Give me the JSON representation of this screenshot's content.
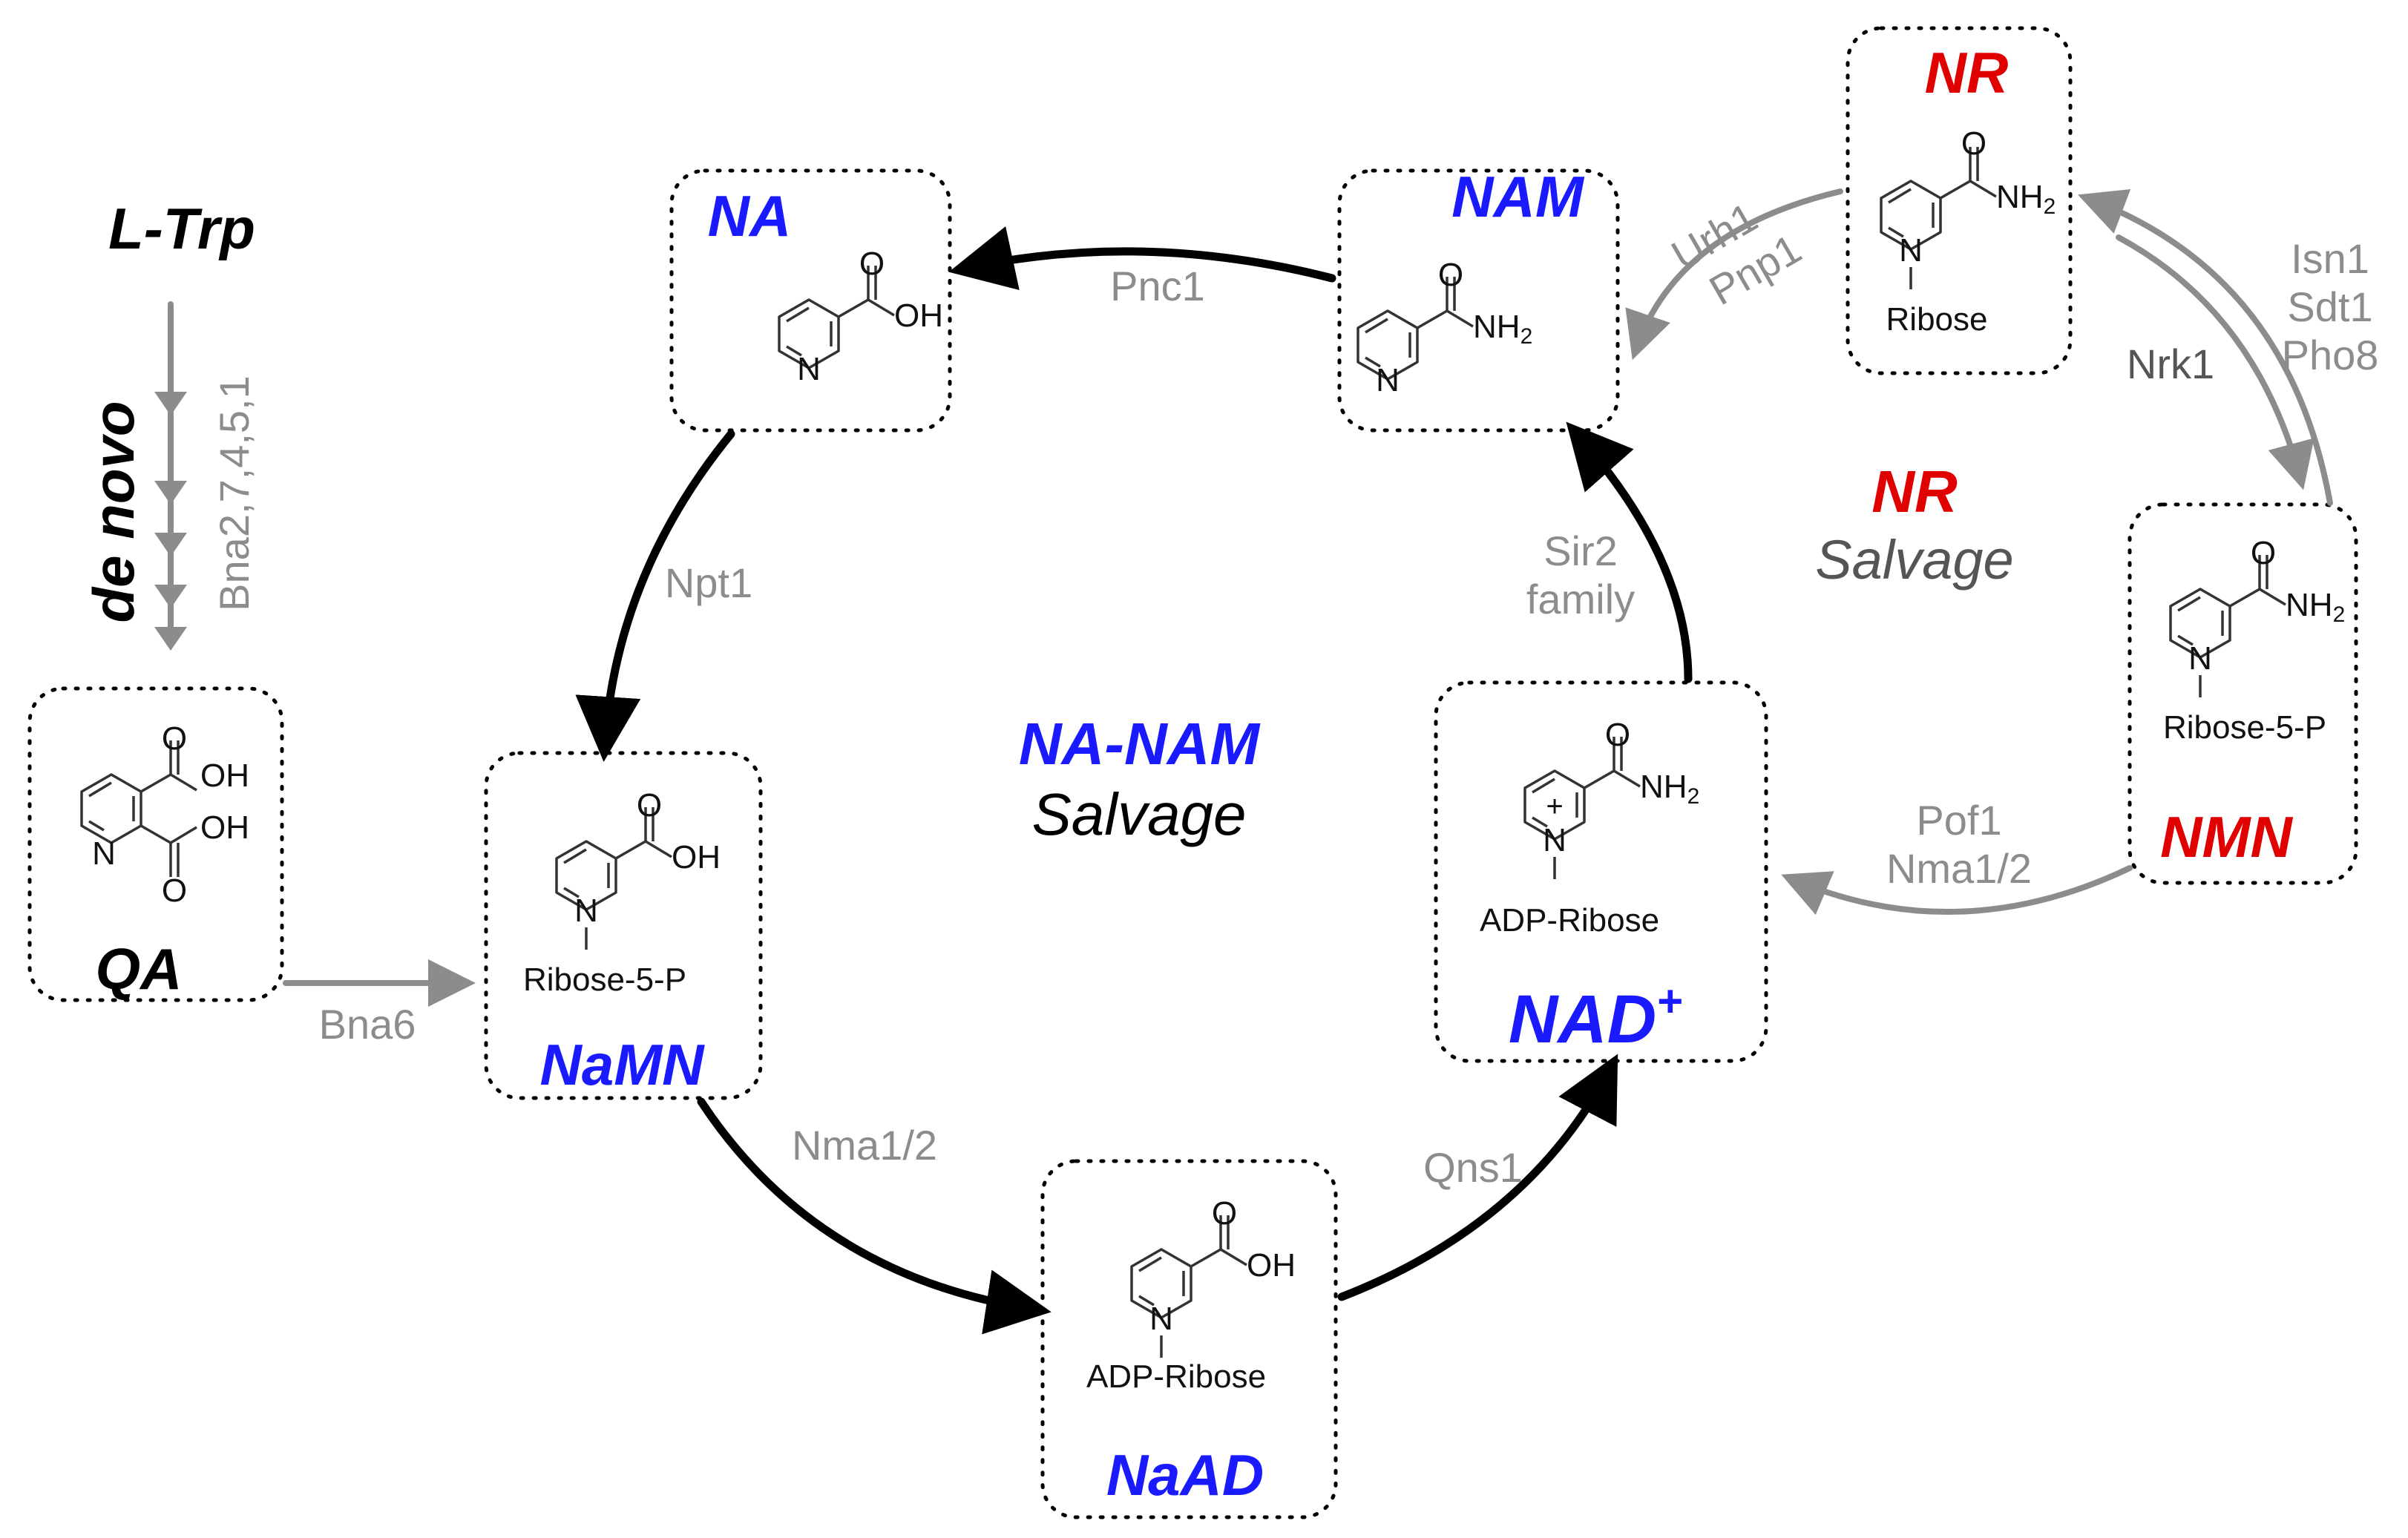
{
  "colors": {
    "blue": "#1a1aff",
    "red": "#e00000",
    "gray": "#8c8c8c",
    "black": "#000000"
  },
  "titles": {
    "l_trp": "L-Trp",
    "de_novo": "de novo",
    "na": "NA",
    "nam": "NAM",
    "nr": "NR",
    "qa": "QA",
    "namn": "NaMN",
    "naad": "NaAD",
    "nad": "NAD",
    "nad_sup": "+",
    "nmn": "NMN"
  },
  "center": {
    "na_nam_salvage_line1": "NA-NAM",
    "na_nam_salvage_line2": "Salvage",
    "nr_salvage_line1": "NR",
    "nr_salvage_line2": "Salvage"
  },
  "enzymes": {
    "bna_de_novo": "Bna2,7,4,5,1",
    "pnc1": "Pnc1",
    "npt1": "Npt1",
    "bna6": "Bna6",
    "nma_namn": "Nma1/2",
    "qns1": "Qns1",
    "sir2_line1": "Sir2",
    "sir2_line2": "family",
    "urh1": "Urh1",
    "pnp1": "Pnp1",
    "nrk1": "Nrk1",
    "isn1": "Isn1",
    "sdt1": "Sdt1",
    "pho8": "Pho8",
    "pof1": "Pof1",
    "nma_nmn": "Nma1/2"
  },
  "chem": {
    "o": "O",
    "oh": "OH",
    "n": "N",
    "nh2": "NH",
    "sub2": "2",
    "plus": "+",
    "ribose": "Ribose",
    "ribose5p": "Ribose-5-P",
    "adp_ribose": "ADP-Ribose"
  }
}
